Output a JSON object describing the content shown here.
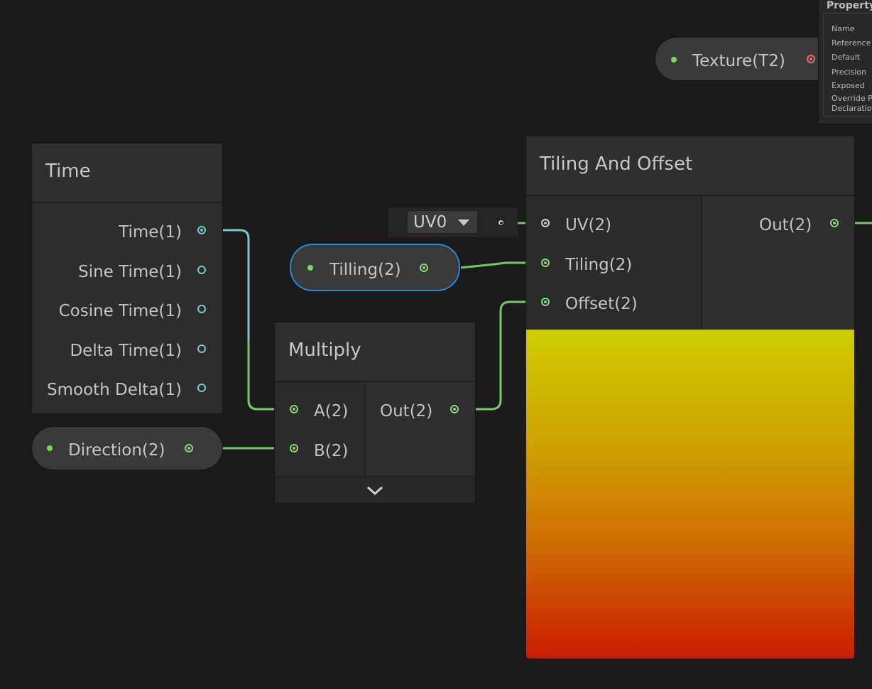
{
  "time_node": {
    "title": "Time",
    "outputs": [
      "Time(1)",
      "Sine Time(1)",
      "Cosine Time(1)",
      "Delta Time(1)",
      "Smooth Delta(1)"
    ]
  },
  "direction_property": {
    "label": "Direction(2)"
  },
  "tilling_property": {
    "label": "Tilling(2)"
  },
  "texture_property": {
    "label": "Texture(T2)"
  },
  "uv_dropdown": {
    "value": "UV0"
  },
  "multiply_node": {
    "title": "Multiply",
    "inputs": [
      "A(2)",
      "B(2)"
    ],
    "output": "Out(2)"
  },
  "tiling_offset_node": {
    "title": "Tiling And Offset",
    "inputs": [
      "UV(2)",
      "Tiling(2)",
      "Offset(2)"
    ],
    "output": "Out(2)",
    "preview_gradient": [
      "#cfcc02",
      "#cfa402",
      "#cd6a02",
      "#cc1b02"
    ]
  },
  "property_panel": {
    "header": "Property",
    "rows": [
      "Name",
      "Reference",
      "Default",
      "Precision",
      "Exposed",
      "Override P",
      "Declaratio"
    ]
  },
  "colors": {
    "background": "#1b1b1b",
    "wire_green": "#79c46d",
    "wire_blue": "#7fc5cf",
    "selection": "#2f87c9"
  }
}
